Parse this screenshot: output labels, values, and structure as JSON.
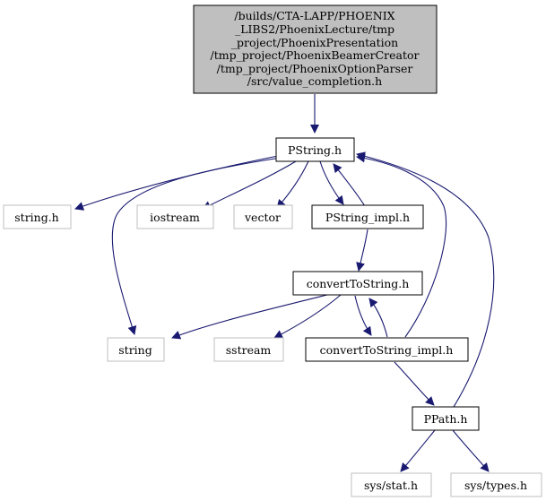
{
  "colors": {
    "edge": "#191970",
    "border_main": "#000000",
    "border_external": "#bfbfbf",
    "fill_root": "#bfbfbf",
    "fill_node": "#ffffff"
  },
  "root": {
    "lines": [
      "/builds/CTA-LAPP/PHOENIX",
      "_LIBS2/PhoenixLecture/tmp",
      "_project/PhoenixPresentation",
      "/tmp_project/PhoenixBeamerCreator",
      "/tmp_project/PhoenixOptionParser",
      "/src/value_completion.h"
    ]
  },
  "nodes": {
    "pstring": "PString.h",
    "string_h": "string.h",
    "iostream": "iostream",
    "vector": "vector",
    "pstring_impl": "PString_impl.h",
    "converttostring": "convertToString.h",
    "string": "string",
    "sstream": "sstream",
    "converttostring_impl": "convertToString_impl.h",
    "ppath": "PPath.h",
    "sys_stat": "sys/stat.h",
    "sys_types": "sys/types.h"
  },
  "external_nodes": [
    "string_h",
    "iostream",
    "vector",
    "string",
    "sstream",
    "sys_stat",
    "sys_types"
  ],
  "edges": [
    [
      "root",
      "pstring"
    ],
    [
      "pstring",
      "string_h"
    ],
    [
      "pstring",
      "iostream"
    ],
    [
      "pstring",
      "vector"
    ],
    [
      "pstring",
      "pstring_impl"
    ],
    [
      "pstring",
      "string"
    ],
    [
      "pstring_impl",
      "pstring"
    ],
    [
      "pstring_impl",
      "converttostring"
    ],
    [
      "converttostring",
      "string"
    ],
    [
      "converttostring",
      "sstream"
    ],
    [
      "converttostring",
      "converttostring_impl"
    ],
    [
      "converttostring_impl",
      "converttostring"
    ],
    [
      "converttostring_impl",
      "pstring"
    ],
    [
      "converttostring_impl",
      "ppath"
    ],
    [
      "ppath",
      "pstring"
    ],
    [
      "ppath",
      "sys_stat"
    ],
    [
      "ppath",
      "sys_types"
    ]
  ]
}
